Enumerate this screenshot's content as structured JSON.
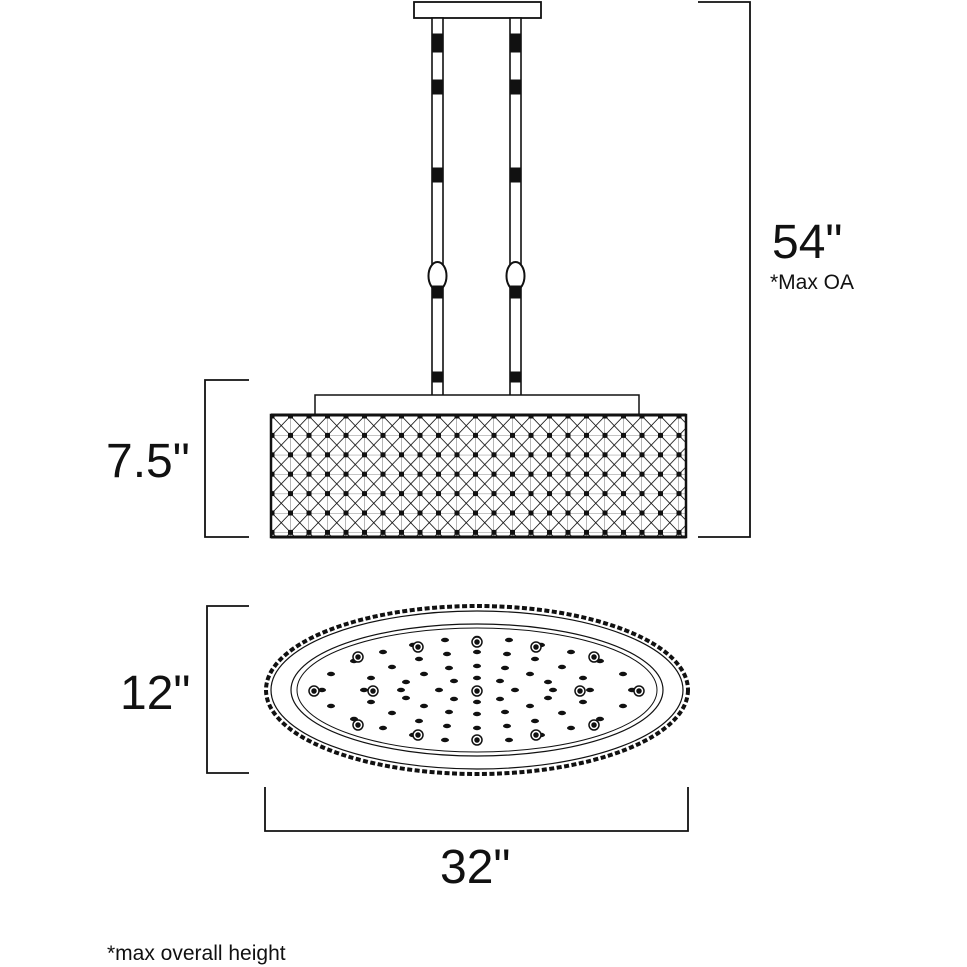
{
  "dimensions": {
    "overall_height": {
      "value": "54\"",
      "note": "*Max OA"
    },
    "shade_height": {
      "value": "7.5\""
    },
    "depth": {
      "value": "12\""
    },
    "width": {
      "value": "32\""
    }
  },
  "footnote": "*max overall height",
  "colors": {
    "line": "#111111",
    "background": "#ffffff"
  },
  "icons": {
    "canopy": "ceiling-canopy-icon",
    "rods": "suspension-rod-icon",
    "shade": "crystal-grid-shade-icon",
    "bottom": "oval-bottom-view-icon"
  }
}
